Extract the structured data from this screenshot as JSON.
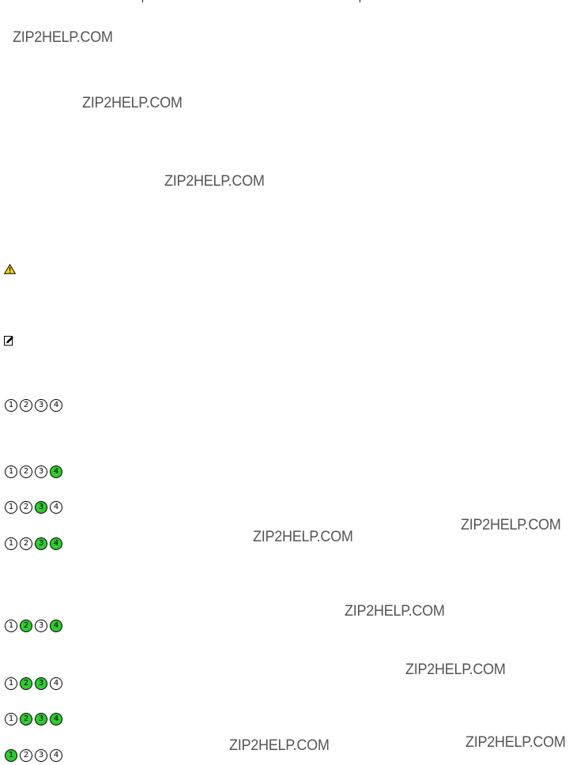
{
  "watermark": "ZIP2HELP.COM",
  "colors": {
    "led_on": "#2ecc2e",
    "led_off": "#ffffff",
    "watermark": "#555555",
    "caution_fill": "#ffd700"
  },
  "icons": {
    "caution": "caution-triangle-icon",
    "note": "note-pencil-icon"
  },
  "led_rows": [
    {
      "lights": [
        "1",
        "2",
        "3",
        "4"
      ],
      "on": [
        false,
        false,
        false,
        false
      ]
    },
    {
      "lights": [
        "1",
        "2",
        "3",
        "4"
      ],
      "on": [
        false,
        false,
        false,
        true
      ]
    },
    {
      "lights": [
        "1",
        "2",
        "3",
        "4"
      ],
      "on": [
        false,
        false,
        true,
        false
      ]
    },
    {
      "lights": [
        "1",
        "2",
        "3",
        "4"
      ],
      "on": [
        false,
        false,
        true,
        true
      ]
    },
    {
      "lights": [
        "1",
        "2",
        "3",
        "4"
      ],
      "on": [
        false,
        true,
        false,
        true
      ]
    },
    {
      "lights": [
        "1",
        "2",
        "3",
        "4"
      ],
      "on": [
        false,
        true,
        true,
        false
      ]
    },
    {
      "lights": [
        "1",
        "2",
        "3",
        "4"
      ],
      "on": [
        false,
        true,
        true,
        true
      ]
    },
    {
      "lights": [
        "1",
        "2",
        "3",
        "4"
      ],
      "on": [
        true,
        false,
        false,
        false
      ]
    }
  ]
}
